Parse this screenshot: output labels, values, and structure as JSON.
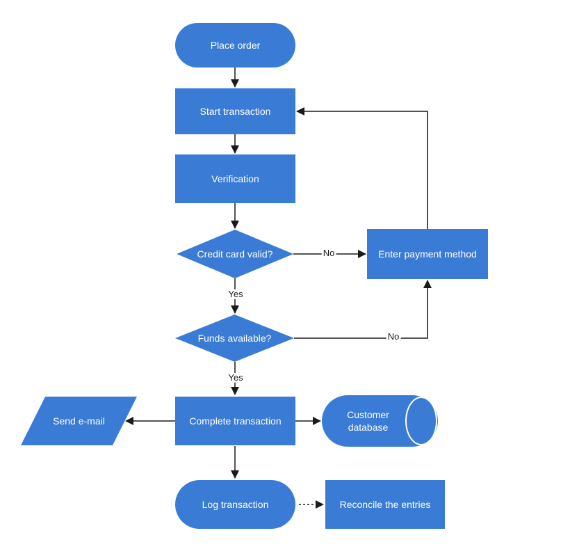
{
  "diagram": {
    "colors": {
      "node_fill": "#3a7bd5",
      "node_text": "#ffffff",
      "connector": "#1a1a1a",
      "edge_label_text": "#1a1a1a",
      "background": "#ffffff"
    },
    "nodes": {
      "place_order": {
        "label": "Place order",
        "shape": "stadium"
      },
      "start_transaction": {
        "label": "Start transaction",
        "shape": "process"
      },
      "verification": {
        "label": "Verification",
        "shape": "process"
      },
      "credit_card_valid": {
        "label": "Credit card valid?",
        "shape": "decision"
      },
      "enter_payment_method": {
        "label": "Enter payment method",
        "shape": "process"
      },
      "funds_available": {
        "label": "Funds available?",
        "shape": "decision"
      },
      "complete_transaction": {
        "label": "Complete transaction",
        "shape": "process"
      },
      "send_email": {
        "label": "Send e-mail",
        "shape": "parallelogram"
      },
      "customer_database": {
        "label": "Customer database",
        "shape": "cylinder"
      },
      "log_transaction": {
        "label": "Log transaction",
        "shape": "stadium"
      },
      "reconcile_entries": {
        "label": "Reconcile the entries",
        "shape": "process"
      }
    },
    "edges": [
      {
        "from": "place_order",
        "to": "start_transaction",
        "label": "",
        "style": "solid"
      },
      {
        "from": "start_transaction",
        "to": "verification",
        "label": "",
        "style": "solid"
      },
      {
        "from": "verification",
        "to": "credit_card_valid",
        "label": "",
        "style": "solid"
      },
      {
        "from": "credit_card_valid",
        "to": "enter_payment_method",
        "label": "No",
        "style": "solid"
      },
      {
        "from": "credit_card_valid",
        "to": "funds_available",
        "label": "Yes",
        "style": "solid"
      },
      {
        "from": "funds_available",
        "to": "enter_payment_method",
        "label": "No",
        "style": "solid"
      },
      {
        "from": "enter_payment_method",
        "to": "start_transaction",
        "label": "",
        "style": "solid"
      },
      {
        "from": "funds_available",
        "to": "complete_transaction",
        "label": "Yes",
        "style": "solid"
      },
      {
        "from": "complete_transaction",
        "to": "send_email",
        "label": "",
        "style": "solid"
      },
      {
        "from": "complete_transaction",
        "to": "customer_database",
        "label": "",
        "style": "solid"
      },
      {
        "from": "complete_transaction",
        "to": "log_transaction",
        "label": "",
        "style": "solid"
      },
      {
        "from": "log_transaction",
        "to": "reconcile_entries",
        "label": "",
        "style": "dashed"
      }
    ]
  }
}
